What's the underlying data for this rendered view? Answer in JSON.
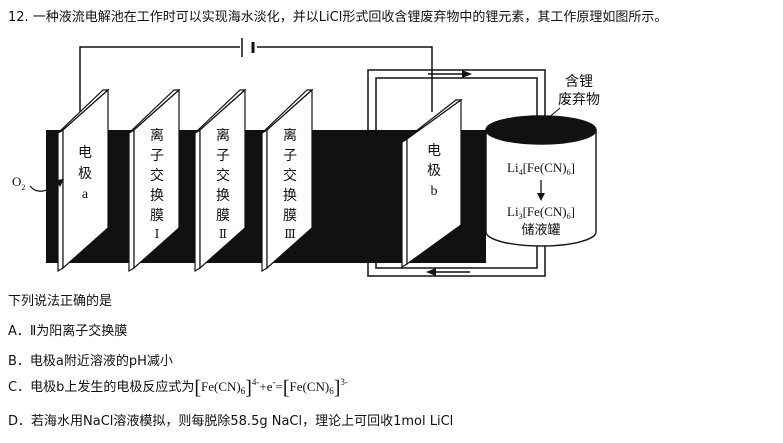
{
  "question": {
    "stem": "12. 一种液流电解池在工作时可以实现海水淡化，并以LiCl形式回收含锂废弃物中的锂元素，其工作原理如图所示。",
    "prompt": "下列说法正确的是"
  },
  "figure": {
    "o2_label": "O",
    "o2_sub": "2",
    "electrode_a": [
      "电",
      "极",
      "a"
    ],
    "membrane_1": [
      "离",
      "子",
      "交",
      "换",
      "膜",
      "Ⅰ"
    ],
    "membrane_2": [
      "离",
      "子",
      "交",
      "换",
      "膜",
      "Ⅱ"
    ],
    "membrane_3": [
      "离",
      "子",
      "交",
      "换",
      "膜",
      "Ⅲ"
    ],
    "electrode_b": [
      "电",
      "极",
      "b"
    ],
    "waste_label_1": "含锂",
    "waste_label_2": "废弃物",
    "tank_top_formula": "Li4[Fe(CN)6]",
    "tank_bottom_formula": "Li3[Fe(CN)6]",
    "tank_label": "储液罐"
  },
  "options": {
    "A": "A．Ⅱ为阳离子交换膜",
    "B": "B．电极a附近溶液的pH减小",
    "C_prefix": "C．电极b上发生的电极反应式为",
    "C_eq_1": "Fe(CN)",
    "C_eq_1_sub": "6",
    "C_eq_1_sup": "4-",
    "C_mid": "+e",
    "C_mid_sup": "-",
    "C_eq_eq": "=",
    "C_eq_2": "Fe(CN)",
    "C_eq_2_sub": "6",
    "C_eq_2_sup": "3-",
    "D": "D．若海水用NaCl溶液模拟，则每脱除58.5g NaCl，理论上可回收1mol LiCl"
  }
}
